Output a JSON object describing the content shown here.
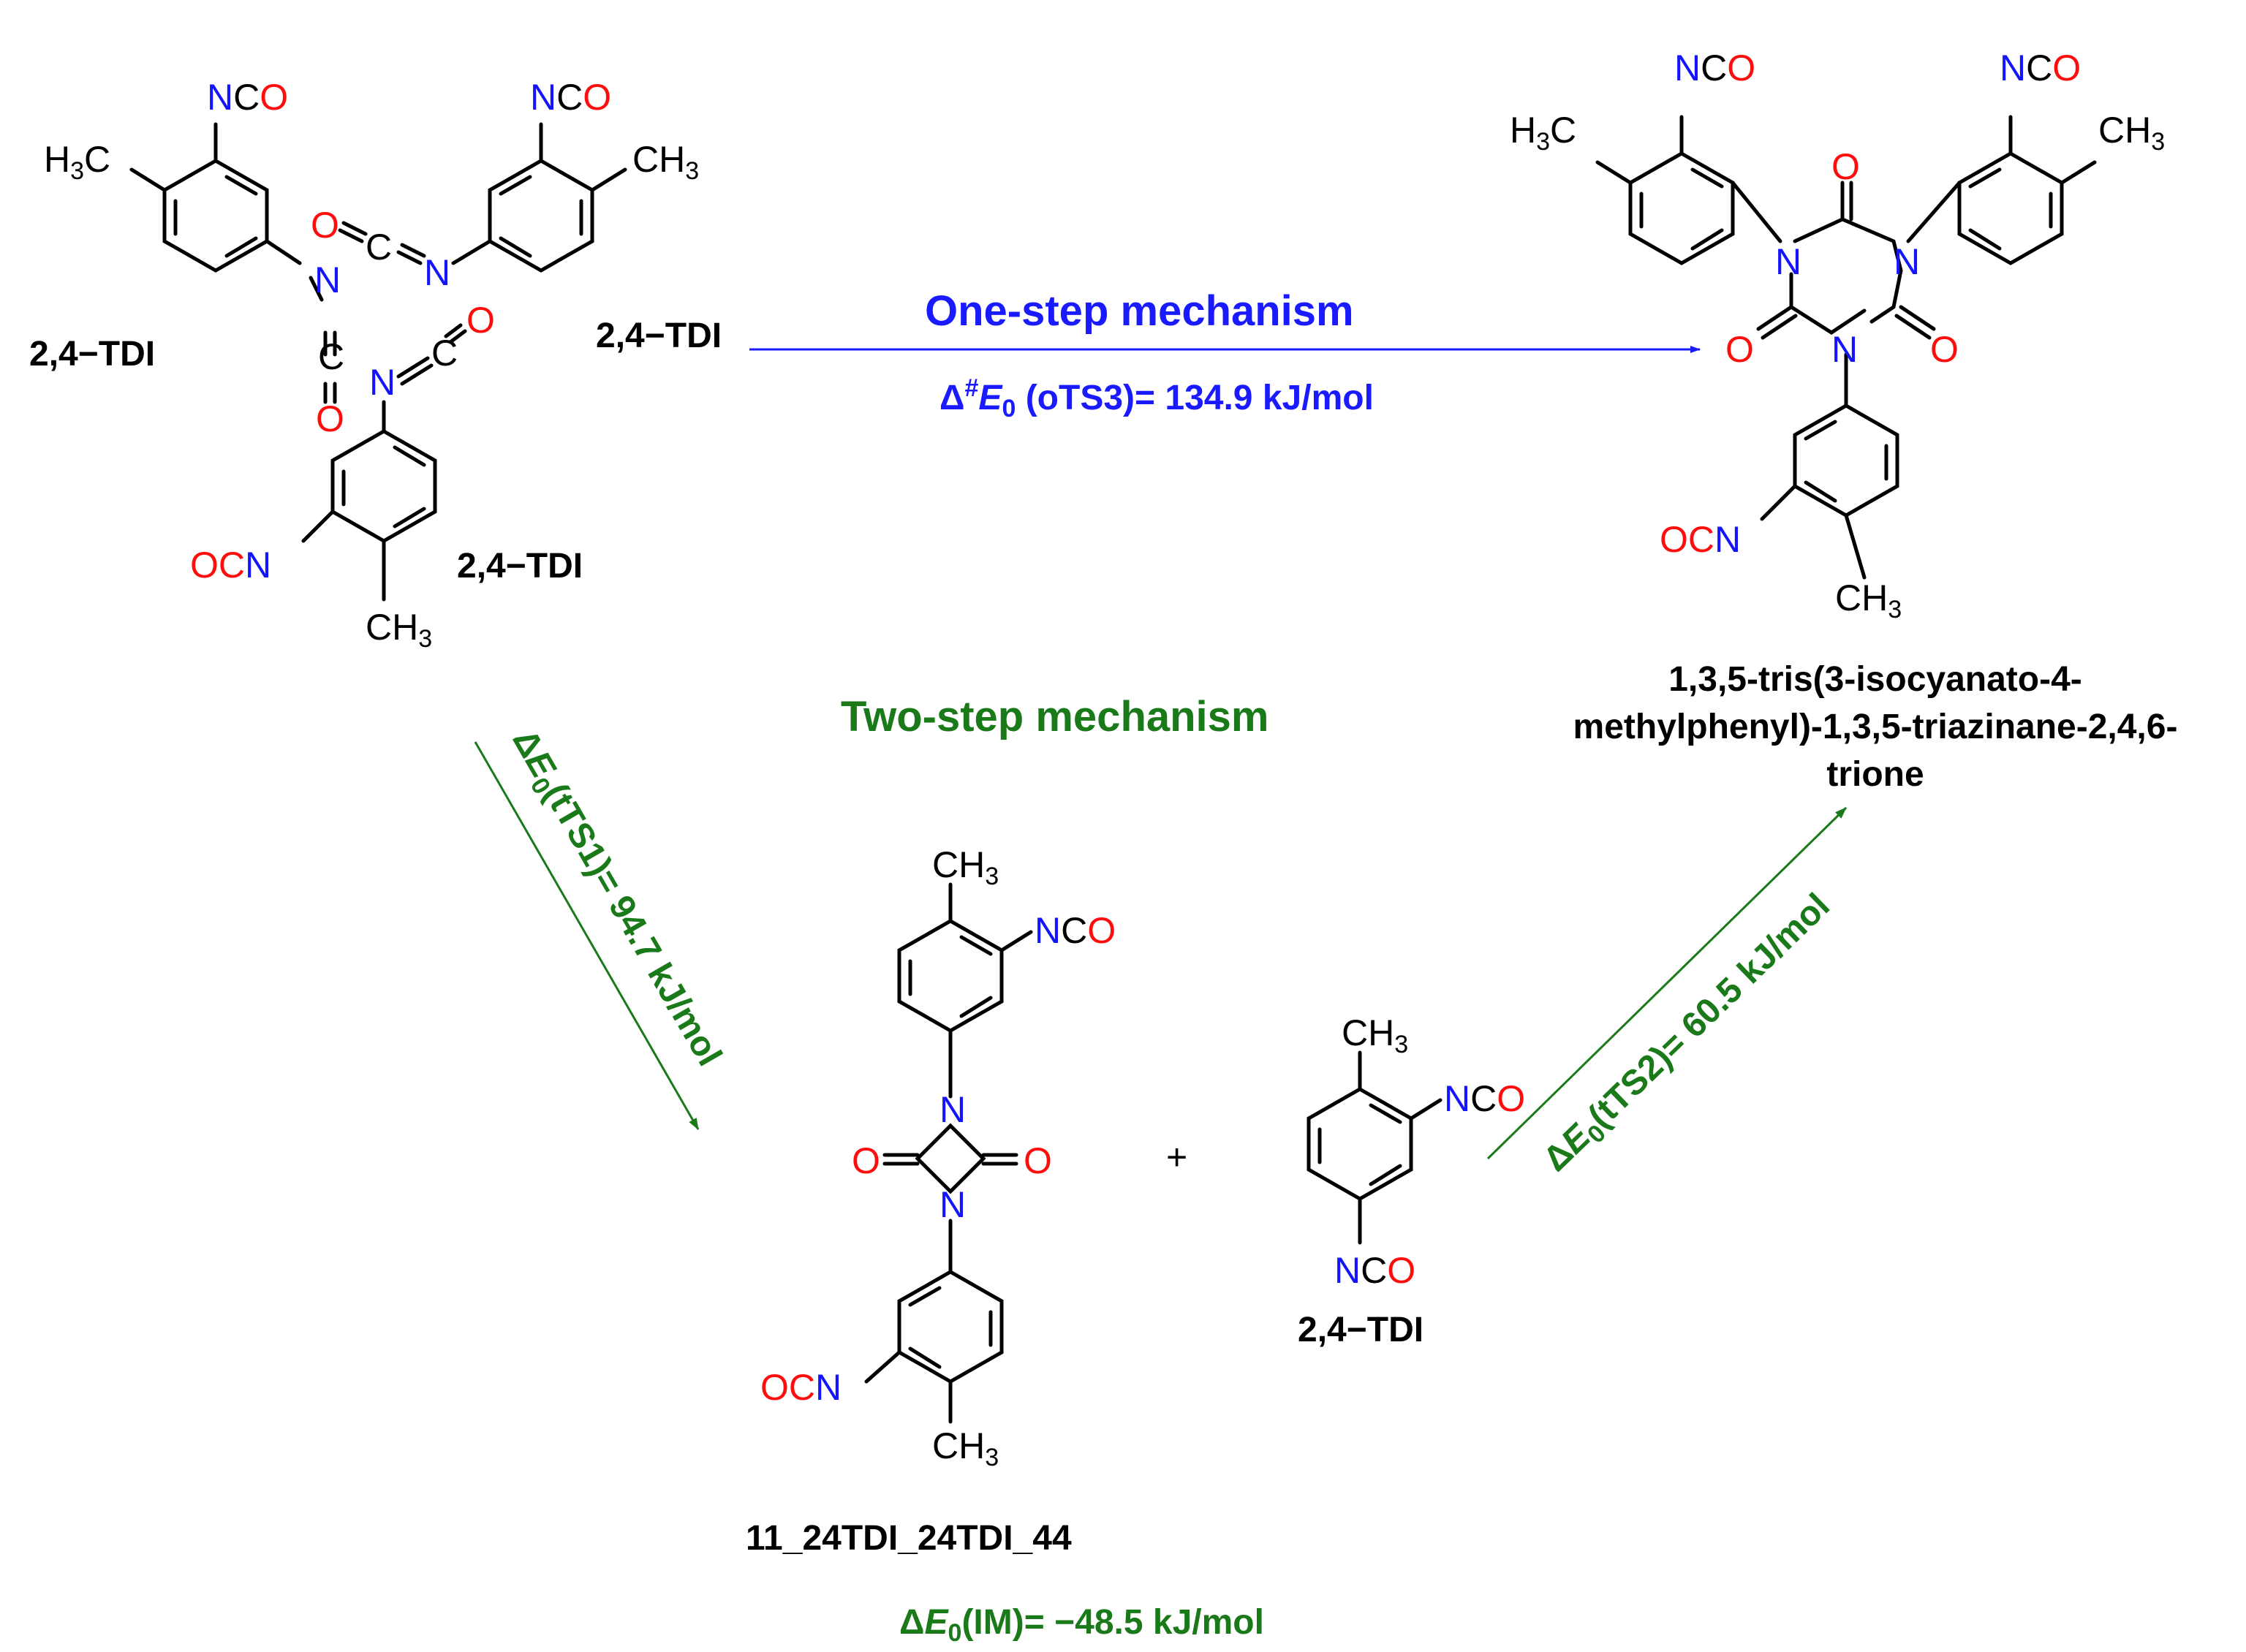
{
  "atoms": {
    "N": "N",
    "C": "C",
    "O": "O",
    "NCO_N": "N",
    "NCO_CO": "CO",
    "OCN_OC": "OC",
    "OCN_N": "N",
    "CH3_C": "CH",
    "CH3_sub": "3",
    "H3C_H": "H",
    "H3C_sub": "3",
    "H3C_C": "C"
  },
  "labels": {
    "tdi_a": "2,4−TDI",
    "tdi_b": "2,4−TDI",
    "tdi_c": "2,4−TDI",
    "tdi_d": "2,4−TDI",
    "product_line1": "1,3,5-tris(3-isocyanato-4-",
    "product_line2": "methylphenyl)-1,3,5-triazinane-2,4,6-",
    "product_line3": "trione",
    "intermediate": "11_24TDI_24TDI_44",
    "plus": "+"
  },
  "one_step": {
    "title": "One-step mechanism",
    "delta": "Δ",
    "hash": "#",
    "E": "E",
    "sub0": "0",
    "text": " (oTS3)= 134.9 kJ/mol"
  },
  "two_step": {
    "title": "Two-step mechanism",
    "ts1": {
      "delta": "Δ",
      "E": "E",
      "sub0": "0",
      "text": "(tTS1)= 94.7 kJ/mol"
    },
    "ts2": {
      "delta": "Δ",
      "E": "E",
      "sub0": "0",
      "text": "(tTS2)= 60.5 kJ/mol"
    },
    "im": {
      "delta": "Δ",
      "E": "E",
      "sub0": "0",
      "text": "(IM)= −48.5 kJ/mol"
    }
  },
  "colors": {
    "nitrogen": "#1414ff",
    "oxygen": "#ff0d0d",
    "one_step": "#1a1aff",
    "two_step": "#1a7a1a",
    "bond": "#000000"
  }
}
